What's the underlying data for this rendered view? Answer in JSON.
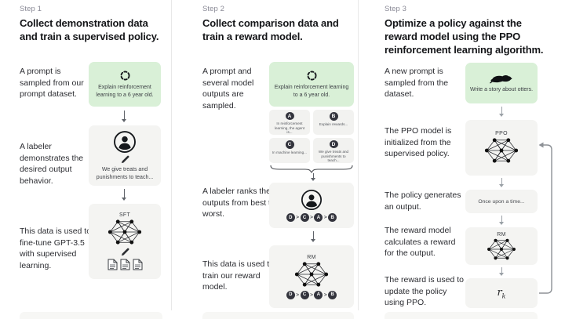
{
  "palette": {
    "green_box": "#d9f0d7",
    "gray_box": "#f4f4f2",
    "dark_circle": "#33343d",
    "text_dark": "#1f2023",
    "step_gray": "#8a8a96",
    "divider": "#e8e8e8"
  },
  "c1": {
    "step": "Step 1",
    "heading_line1": "Collect demonstration data",
    "heading_line2": "and train a supervised policy.",
    "label1": "A prompt is sampled from our prompt dataset.",
    "label2": "A labeler demonstrates the desired output behavior.",
    "label3": "This data is used to fine-tune GPT-3.5 with supervised learning.",
    "prompt_text": "Explain reinforcement learning to a 6 year old.",
    "labeler_caption": "We give treats and punishments to teach...",
    "sft_label": "SFT"
  },
  "c2": {
    "step": "Step 2",
    "heading_line1": "Collect comparison data and",
    "heading_line2": "train a reward model.",
    "label1": "A prompt and several model outputs are sampled.",
    "label2": "A labeler ranks the outputs from best to worst.",
    "label3": "This data is used to train our reward model.",
    "prompt_text": "Explain reinforcement learning to a 6 year old.",
    "outputs": [
      {
        "letter": "A",
        "text": "In reinforcement learning, the agent is..."
      },
      {
        "letter": "B",
        "text": "Explain rewards..."
      },
      {
        "letter": "C",
        "text": "In machine learning..."
      },
      {
        "letter": "D",
        "text": "We give treats and punishments to teach..."
      }
    ],
    "ranking": {
      "letters": [
        "D",
        "C",
        "A",
        "B"
      ],
      "separator": ">"
    },
    "rm_label": "RM"
  },
  "c3": {
    "step": "Step 3",
    "heading_line1": "Optimize a policy against the",
    "heading_line2": "reward model using the PPO",
    "heading_line3": "reinforcement learning algorithm.",
    "label1": "A new prompt is sampled from the dataset.",
    "label2": "The PPO model is initialized from the supervised policy.",
    "label3": "The policy generates an output.",
    "label4": "The reward model calculates a reward for the output.",
    "label5": "The reward is used to update the policy using PPO.",
    "prompt_text": "Write a story about otters.",
    "ppo_label": "PPO",
    "output_text": "Once upon a time...",
    "rm_label": "RM",
    "reward_base": "r",
    "reward_sub": "k"
  }
}
